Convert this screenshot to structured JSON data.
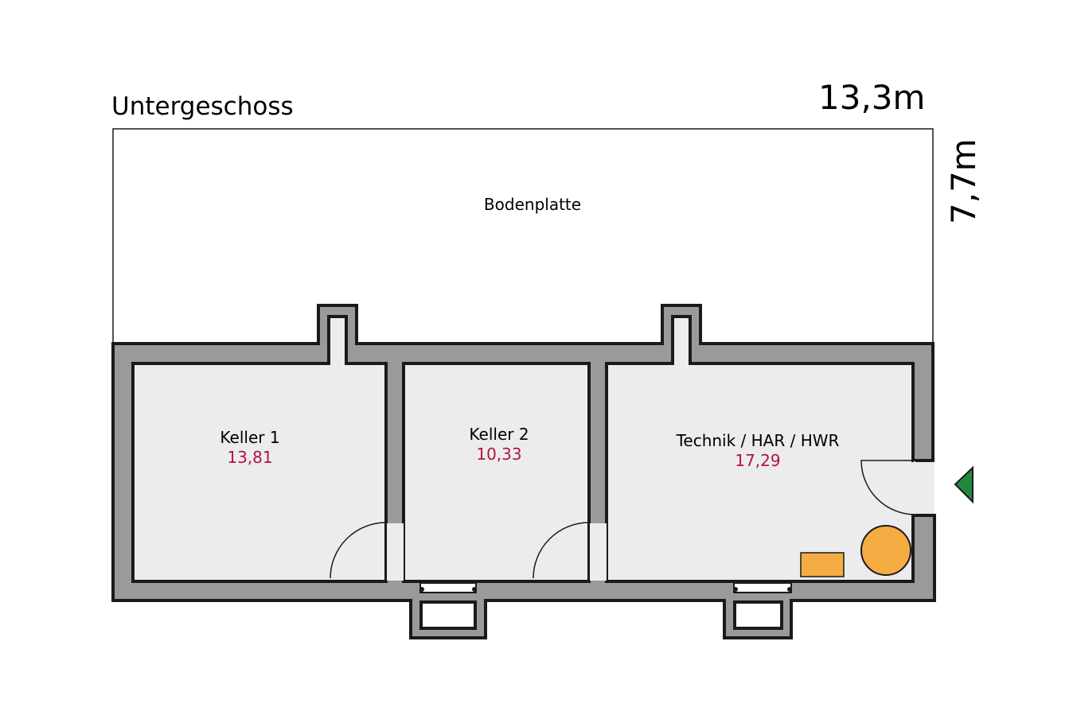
{
  "plan": {
    "title": "Untergeschoss",
    "width_label": "13,3m",
    "height_label": "7,7m",
    "slab_label": "Bodenplatte",
    "rooms": [
      {
        "name": "Keller 1",
        "area": "13,81"
      },
      {
        "name": "Keller 2",
        "area": "10,33"
      },
      {
        "name": "Technik / HAR / HWR",
        "area": "17,29"
      }
    ]
  },
  "colors": {
    "wall": "#9a9a9c",
    "floor": "#ececee",
    "line": "#1a1a1a",
    "area_text": "#b0163a",
    "equipment": "#f5ac42",
    "entrance_marker": "#1f8a3c"
  },
  "icons": {
    "entrance": "green-triangle-icon",
    "boiler": "circle-tank-icon",
    "heater": "rectangle-unit-icon"
  }
}
